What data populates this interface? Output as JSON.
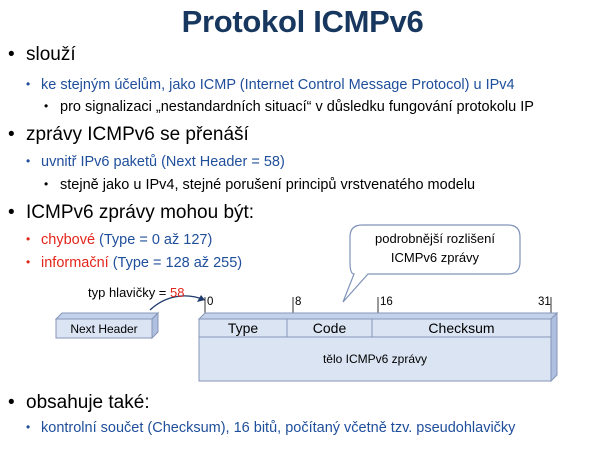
{
  "title": "Protokol ICMPv6",
  "bullets": {
    "b1": "slouží",
    "b1_1": "ke stejným účelům, jako ICMP (Internet Control Message Protocol) u IPv4",
    "b1_1_1": "pro signalizaci „nestandardních situací“ v důsledku fungování protokolu IP",
    "b2": "zprávy ICMPv6 se přenáší",
    "b2_1": "uvnitř IPv6 paketů (Next Header = 58)",
    "b2_1_1": "stejně jako u IPv4, stejné porušení principů vrstvenatého modelu",
    "b3": "ICMPv6 zprávy mohou být:",
    "b3_1_red": "chybové",
    "b3_1_rest": " (Type = 0 až 127)",
    "b3_2_red": "informační",
    "b3_2_rest": " (Type = 128 až 255)",
    "b4": "obsahuje také:",
    "b4_1": "kontrolní součet (Checksum), 16 bitů, počítaný včetně tzv. pseudohlavičky"
  },
  "diagram": {
    "callout_line1": "podrobnější rozlišení",
    "callout_line2": "ICMPv6 zprávy",
    "header_label_text": "typ hlavičky = ",
    "header_label_value": "58",
    "next_header": "Next Header",
    "ticks": [
      "0",
      "8",
      "16",
      "31"
    ],
    "field_type": "Type",
    "field_code": "Code",
    "field_checksum": "Checksum",
    "body": "tělo ICMPv6 zprávy"
  },
  "colors": {
    "title": "#17375e",
    "level2_text": "#1f4e9b",
    "highlight_red": "#e3261c",
    "box_fill": "#dbe4f3",
    "box_top": "#c3d1ea",
    "box_stroke": "#8796b8"
  }
}
